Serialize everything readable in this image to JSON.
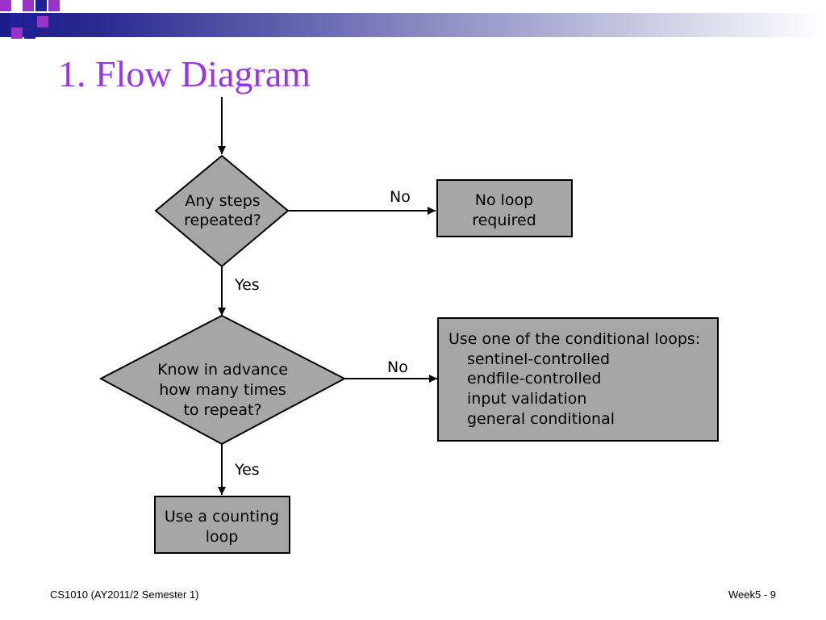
{
  "slide": {
    "title": "1. Flow Diagram",
    "title_color": "#9933ee",
    "footer_left": "CS1010 (AY2011/2 Semester 1)",
    "footer_right": "Week5 - 9"
  },
  "theme": {
    "header_dark": "#1c1c8a",
    "header_light": "#ffffff",
    "square_purple": "#9933cc",
    "square_navy": "#20209a",
    "shape_fill": "#a6a6a6",
    "line_color": "#000000"
  },
  "flow": {
    "decision_1": [
      "Any steps",
      "repeated?"
    ],
    "decision_2": [
      "Know in advance",
      "how many times",
      "to repeat?"
    ],
    "box_no_loop": [
      "No loop",
      "required"
    ],
    "box_counting": [
      "Use a counting",
      "loop"
    ],
    "box_conditional": {
      "heading": "Use one of the conditional loops:",
      "items": [
        "sentinel-controlled",
        "endfile-controlled",
        "input validation",
        "general conditional"
      ]
    },
    "label_no_1": "No",
    "label_yes_1": "Yes",
    "label_no_2": "No",
    "label_yes_2": "Yes"
  }
}
